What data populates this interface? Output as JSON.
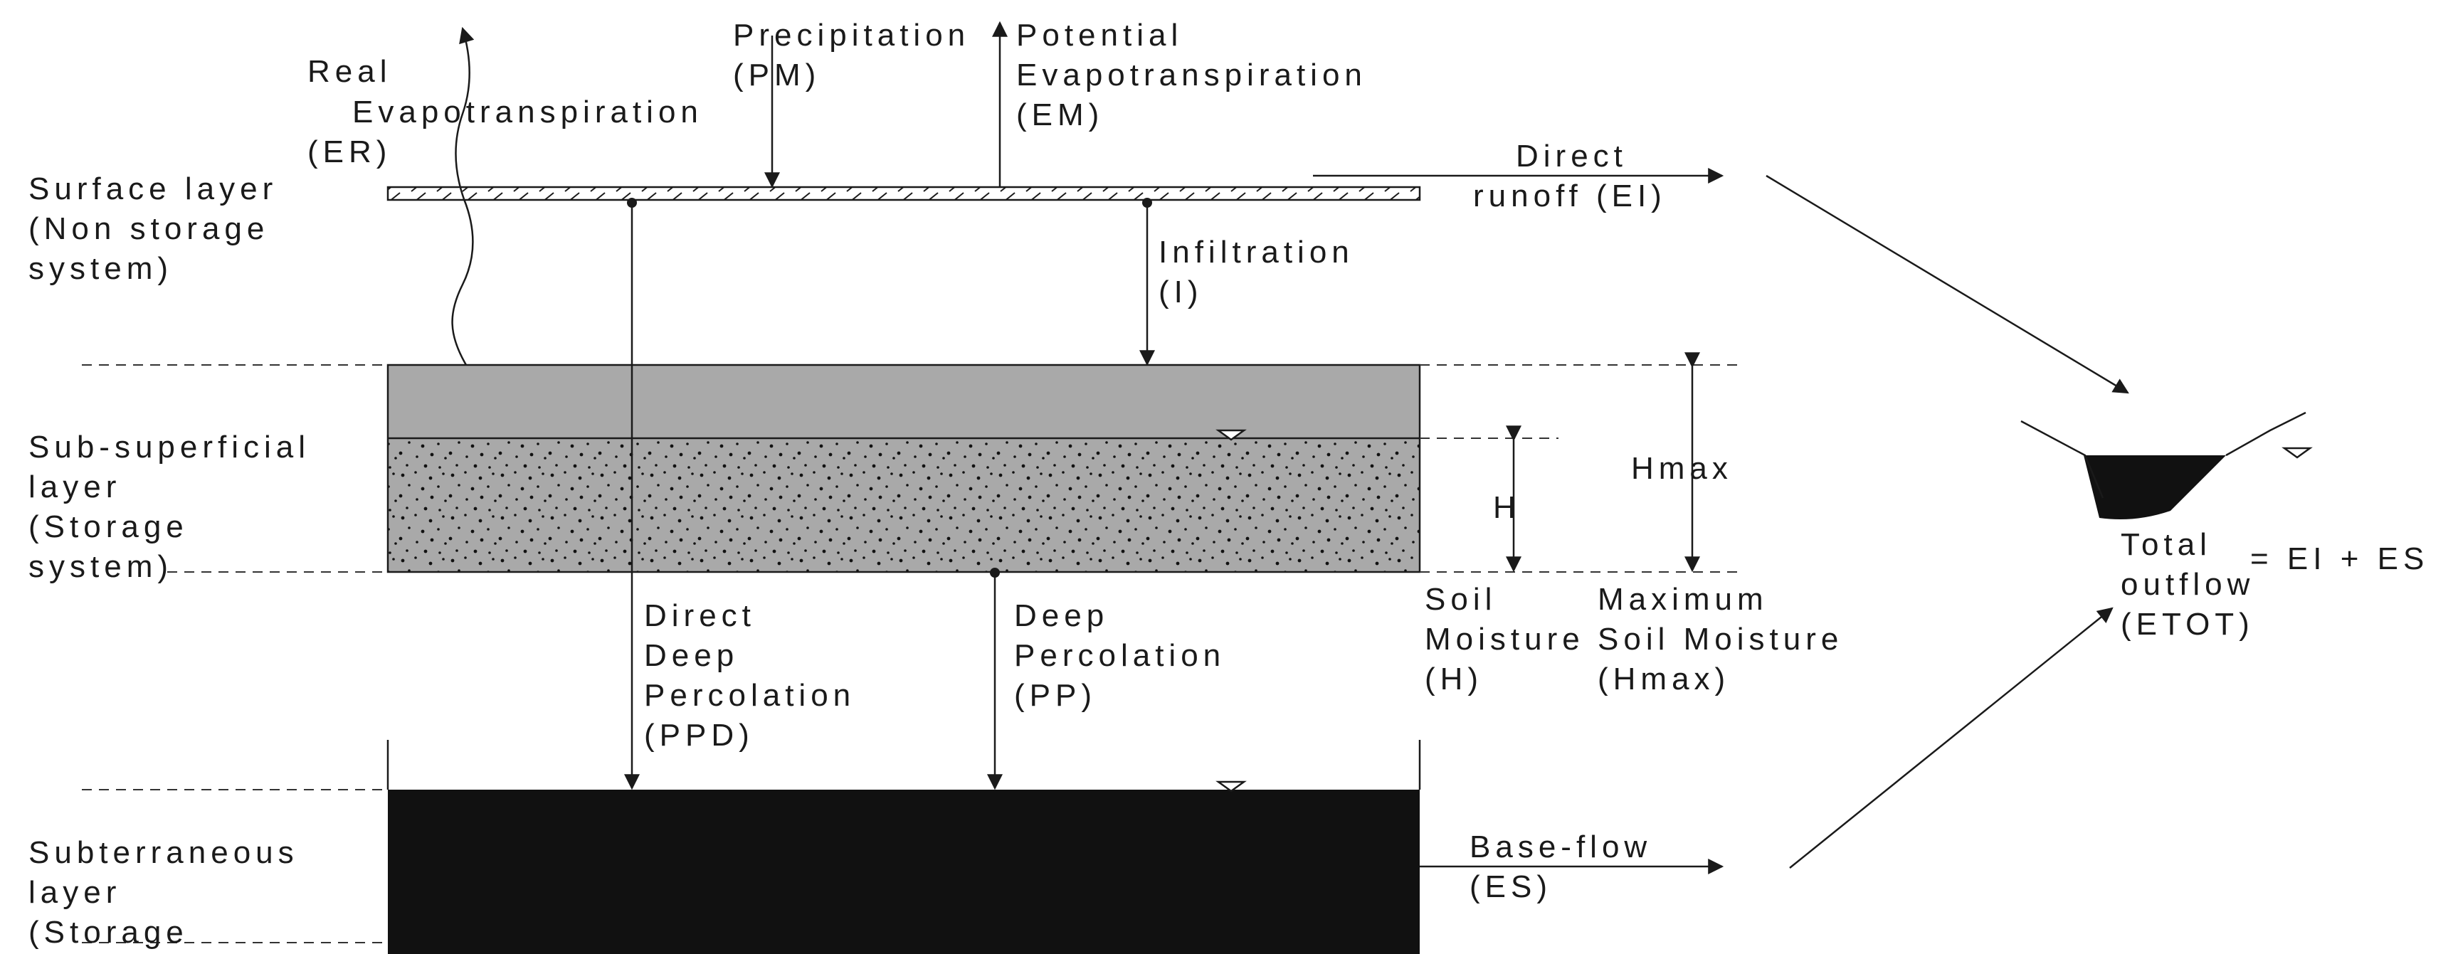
{
  "labels": {
    "real_et": [
      "Real",
      "Evapotranspiration",
      "(ER)"
    ],
    "precipitation": [
      "Precipitation",
      "(PM)"
    ],
    "potential_et": [
      "Potential",
      "Evapotranspiration",
      "(EM)"
    ],
    "direct_runoff": [
      "Direct",
      "runoff (EI)"
    ],
    "infiltration": [
      "Infiltration",
      "(I)"
    ],
    "surface_layer": [
      "Surface layer",
      "(Non storage",
      "system)"
    ],
    "sub_superficial_layer": [
      "Sub-superficial",
      "layer",
      "(Storage",
      "system)"
    ],
    "subterraneous_layer": [
      "Subterraneous",
      "layer",
      "(Storage"
    ],
    "h_marker": "H",
    "hmax_marker": "Hmax",
    "soil_moisture": [
      "Soil",
      "Moisture",
      "(H)"
    ],
    "max_soil_moisture": [
      "Maximum",
      "Soil Moisture",
      "(Hmax)"
    ],
    "direct_deep_percolation": [
      "Direct",
      "Deep",
      "Percolation",
      "(PPD)"
    ],
    "deep_percolation": [
      "Deep",
      "Percolation",
      "(PP)"
    ],
    "base_flow": [
      "Base-flow",
      "(ES)"
    ],
    "total_outflow": [
      "Total",
      "outflow",
      "(ETOT)"
    ],
    "total_equation": "= EI + ES"
  },
  "colors": {
    "line": "#1a1a1a",
    "sub_superficial_fill": "#a9a9a9",
    "subterraneous_fill": "#111111",
    "background": "#ffffff"
  }
}
